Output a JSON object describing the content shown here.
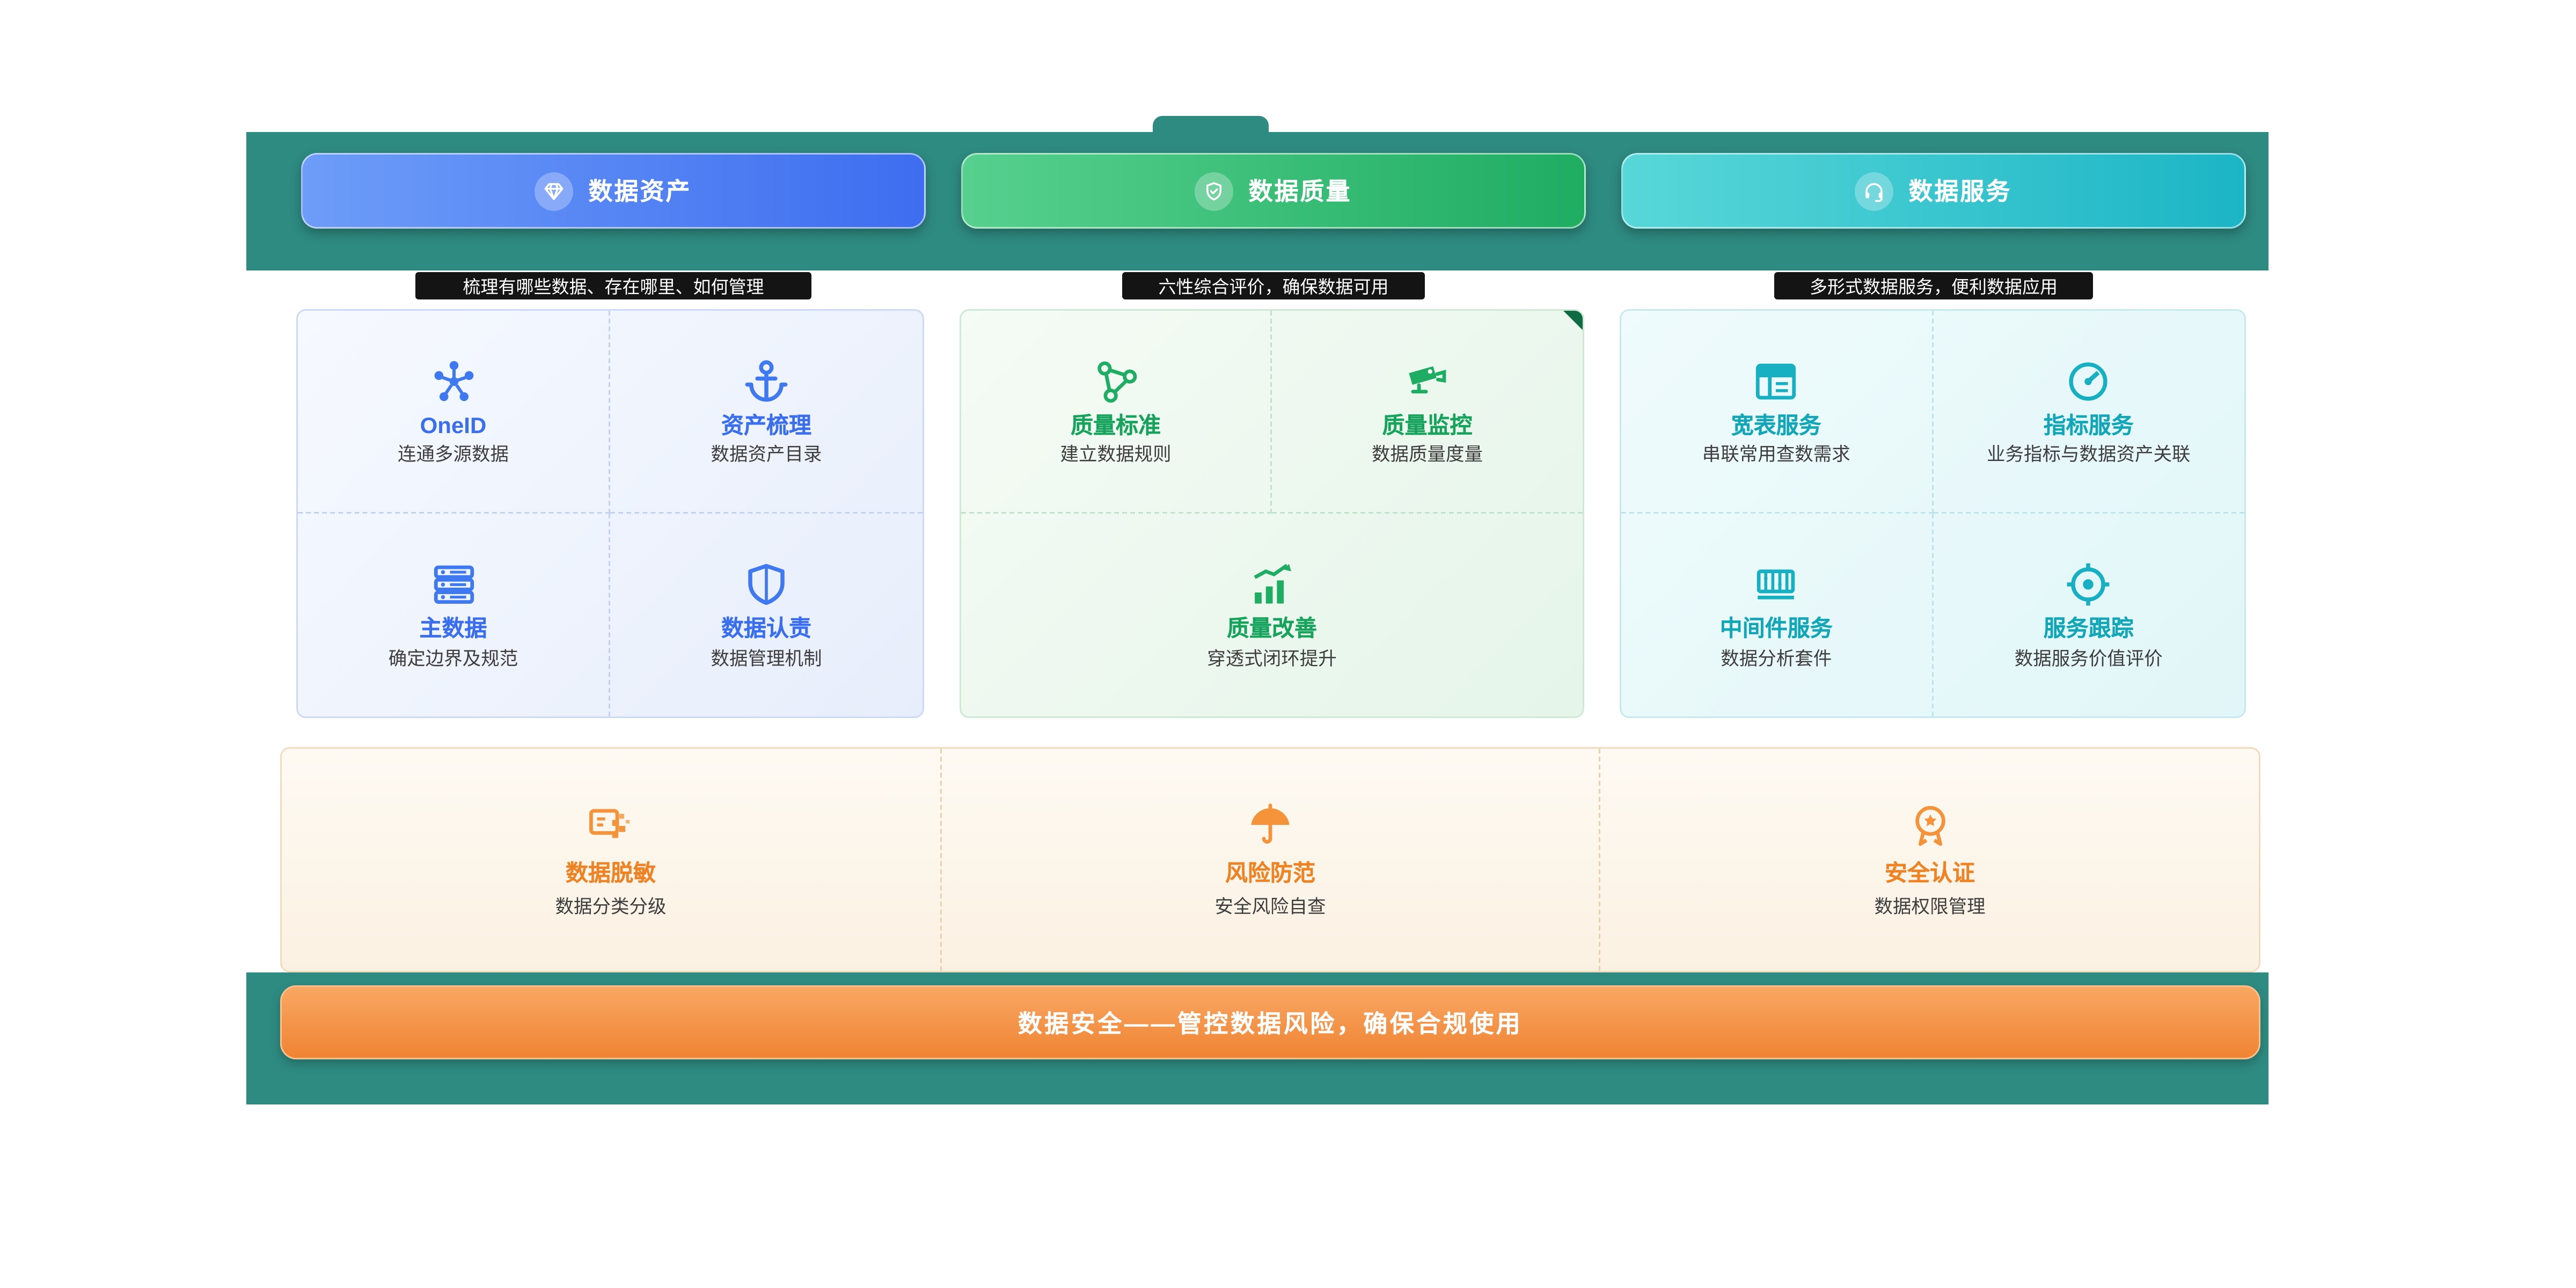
{
  "frame": {
    "color": "#2e8b82",
    "background": "#ffffff"
  },
  "columns": [
    {
      "id": "assets",
      "pill": "数据资产",
      "pill_icon": "gem-icon",
      "accent": "#3a6ef0",
      "subtitle": "梳理有哪些数据、存在哪里、如何管理",
      "items": [
        {
          "label": "OneID",
          "desc": "连通多源数据",
          "icon": "network-icon"
        },
        {
          "label": "资产梳理",
          "desc": "数据资产目录",
          "icon": "anchor-icon"
        },
        {
          "label": "主数据",
          "desc": "确定边界及规范",
          "icon": "server-icon"
        },
        {
          "label": "数据认责",
          "desc": "数据管理机制",
          "icon": "shield-icon"
        }
      ]
    },
    {
      "id": "quality",
      "pill": "数据质量",
      "pill_icon": "shield-check-icon",
      "accent": "#17a35c",
      "subtitle": "六性综合评价，确保数据可用",
      "items": [
        {
          "label": "质量标准",
          "desc": "建立数据规则",
          "icon": "share-nodes-icon"
        },
        {
          "label": "质量监控",
          "desc": "数据质量度量",
          "icon": "cctv-icon"
        },
        {
          "label": "质量改善",
          "desc": "穿透式闭环提升",
          "icon": "chart-up-icon"
        }
      ]
    },
    {
      "id": "services",
      "pill": "数据服务",
      "pill_icon": "headset-icon",
      "accent": "#11a6b8",
      "subtitle": "多形式数据服务，便利数据应用",
      "items": [
        {
          "label": "宽表服务",
          "desc": "串联常用查数需求",
          "icon": "table-icon"
        },
        {
          "label": "指标服务",
          "desc": "业务指标与数据资产关联",
          "icon": "gauge-icon"
        },
        {
          "label": "中间件服务",
          "desc": "数据分析套件",
          "icon": "middleware-icon"
        },
        {
          "label": "服务跟踪",
          "desc": "数据服务价值评价",
          "icon": "target-icon"
        }
      ]
    }
  ],
  "security": {
    "accent": "#ef8222",
    "items": [
      {
        "label": "数据脱敏",
        "desc": "数据分类分级",
        "icon": "mosaic-mask-icon"
      },
      {
        "label": "风险防范",
        "desc": "安全风险自查",
        "icon": "umbrella-icon"
      },
      {
        "label": "安全认证",
        "desc": "数据权限管理",
        "icon": "badge-star-icon"
      }
    ],
    "banner": "数据安全——管控数据风险，确保合规使用"
  }
}
